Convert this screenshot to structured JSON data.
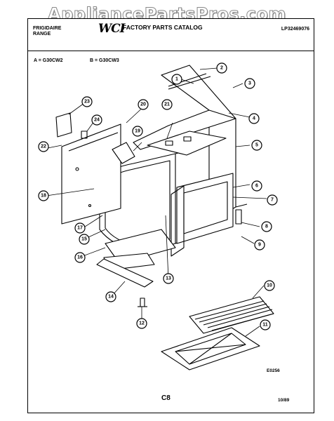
{
  "watermark": "AppliancePartsPros.com",
  "header": {
    "brand": "FRIGIDAIRE",
    "product": "RANGE",
    "logo": "WCI",
    "catalog_title": "FACTORY PARTS CATALOG",
    "publication_number": "LP32469076"
  },
  "models": {
    "a": "A = G30CW2",
    "b": "B = G30CW3"
  },
  "callouts": [
    "1",
    "2",
    "3",
    "4",
    "5",
    "6",
    "7",
    "8",
    "9",
    "10",
    "11",
    "12",
    "13",
    "14",
    "15",
    "16",
    "17",
    "18",
    "19",
    "20",
    "21",
    "22",
    "23",
    "24"
  ],
  "footer": {
    "figure_code": "E0256",
    "page_code": "C8",
    "date": "10/89"
  }
}
